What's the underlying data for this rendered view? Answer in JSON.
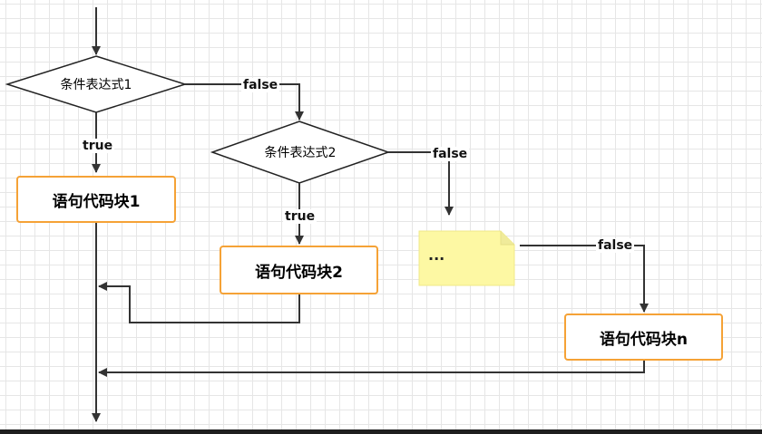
{
  "nodes": {
    "condition_1": "条件表达式1",
    "condition_2": "条件表达式2",
    "block_1": "语句代码块1",
    "block_2": "语句代码块2",
    "block_n": "语句代码块n",
    "ellipsis_note": "..."
  },
  "edge_labels": {
    "cond1_false": "false",
    "cond1_true": "true",
    "cond2_false": "false",
    "cond2_true": "true",
    "note_false": "false"
  },
  "colors": {
    "block_border": "#f5a236",
    "note_fill": "#fdf8a3",
    "line": "#333333"
  }
}
